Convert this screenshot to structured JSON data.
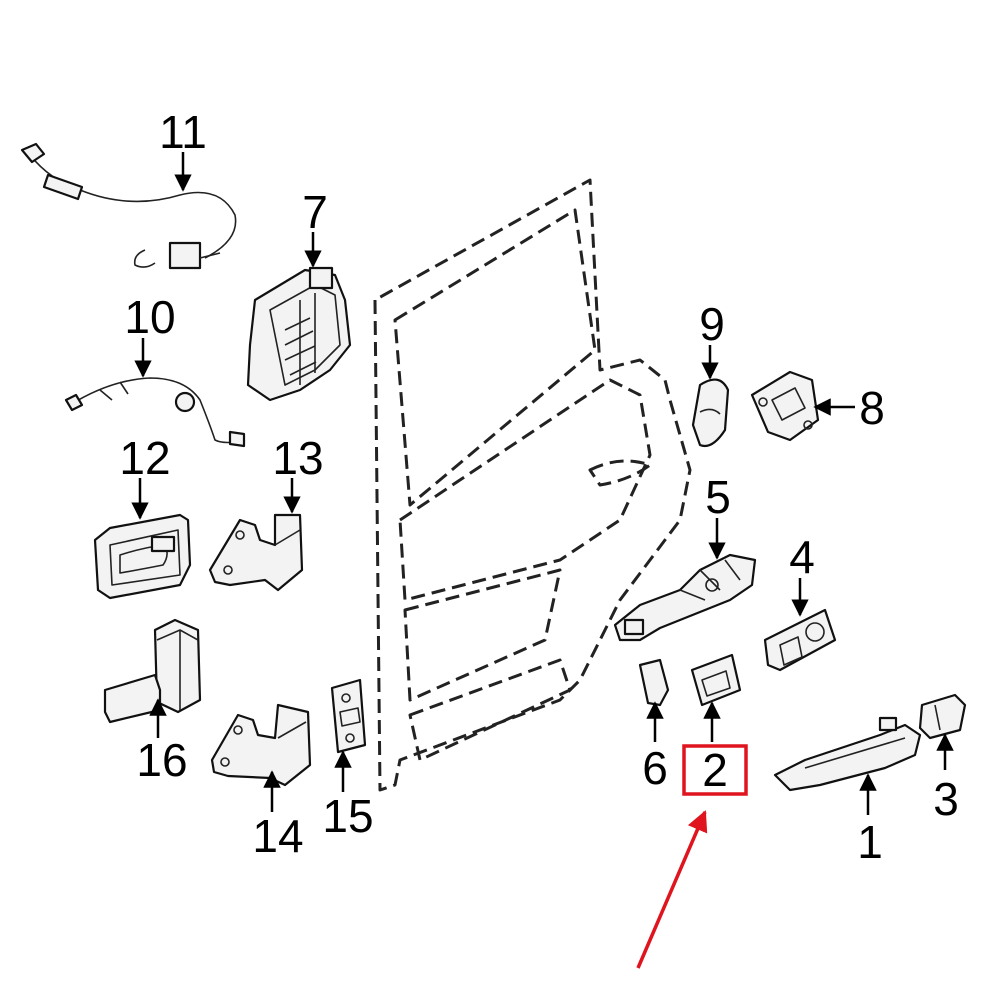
{
  "diagram": {
    "callouts": [
      {
        "id": "1",
        "label": "1"
      },
      {
        "id": "2",
        "label": "2"
      },
      {
        "id": "3",
        "label": "3"
      },
      {
        "id": "4",
        "label": "4"
      },
      {
        "id": "5",
        "label": "5"
      },
      {
        "id": "6",
        "label": "6"
      },
      {
        "id": "7",
        "label": "7"
      },
      {
        "id": "8",
        "label": "8"
      },
      {
        "id": "9",
        "label": "9"
      },
      {
        "id": "10",
        "label": "10"
      },
      {
        "id": "11",
        "label": "11"
      },
      {
        "id": "12",
        "label": "12"
      },
      {
        "id": "13",
        "label": "13"
      },
      {
        "id": "14",
        "label": "14"
      },
      {
        "id": "15",
        "label": "15"
      },
      {
        "id": "16",
        "label": "16"
      }
    ],
    "highlighted_part": "2",
    "colors": {
      "highlight": "#e0141e",
      "line": "#111111",
      "background": "#ffffff"
    }
  }
}
